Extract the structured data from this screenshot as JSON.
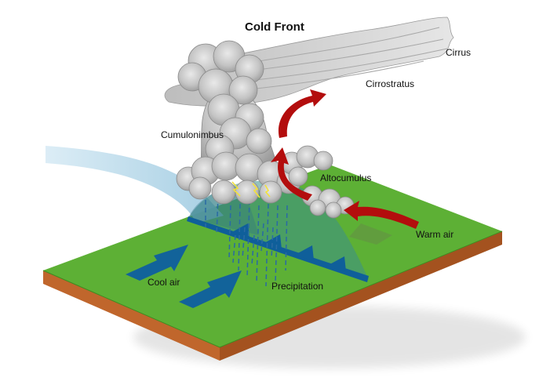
{
  "title": "Cold Front",
  "labels": {
    "cirrus": "Cirrus",
    "cirrostratus": "Cirrostratus",
    "cumulonimbus": "Cumulonimbus",
    "altocumulus": "Altocumulus",
    "warm_air": "Warm air",
    "cool_air": "Cool air",
    "precipitation": "Precipitation"
  },
  "colors": {
    "ground_top": "#5db035",
    "ground_side": "#c0662c",
    "cold_air_mass": "#8fc3dc",
    "front_line": "#0f5f9a",
    "cool_air_arrow": "#12639a",
    "warm_air_arrow": "#b30d0d",
    "cloud": "#b8b8b8",
    "rain": "#2a6aa4",
    "lightning": "#f3e23a"
  }
}
